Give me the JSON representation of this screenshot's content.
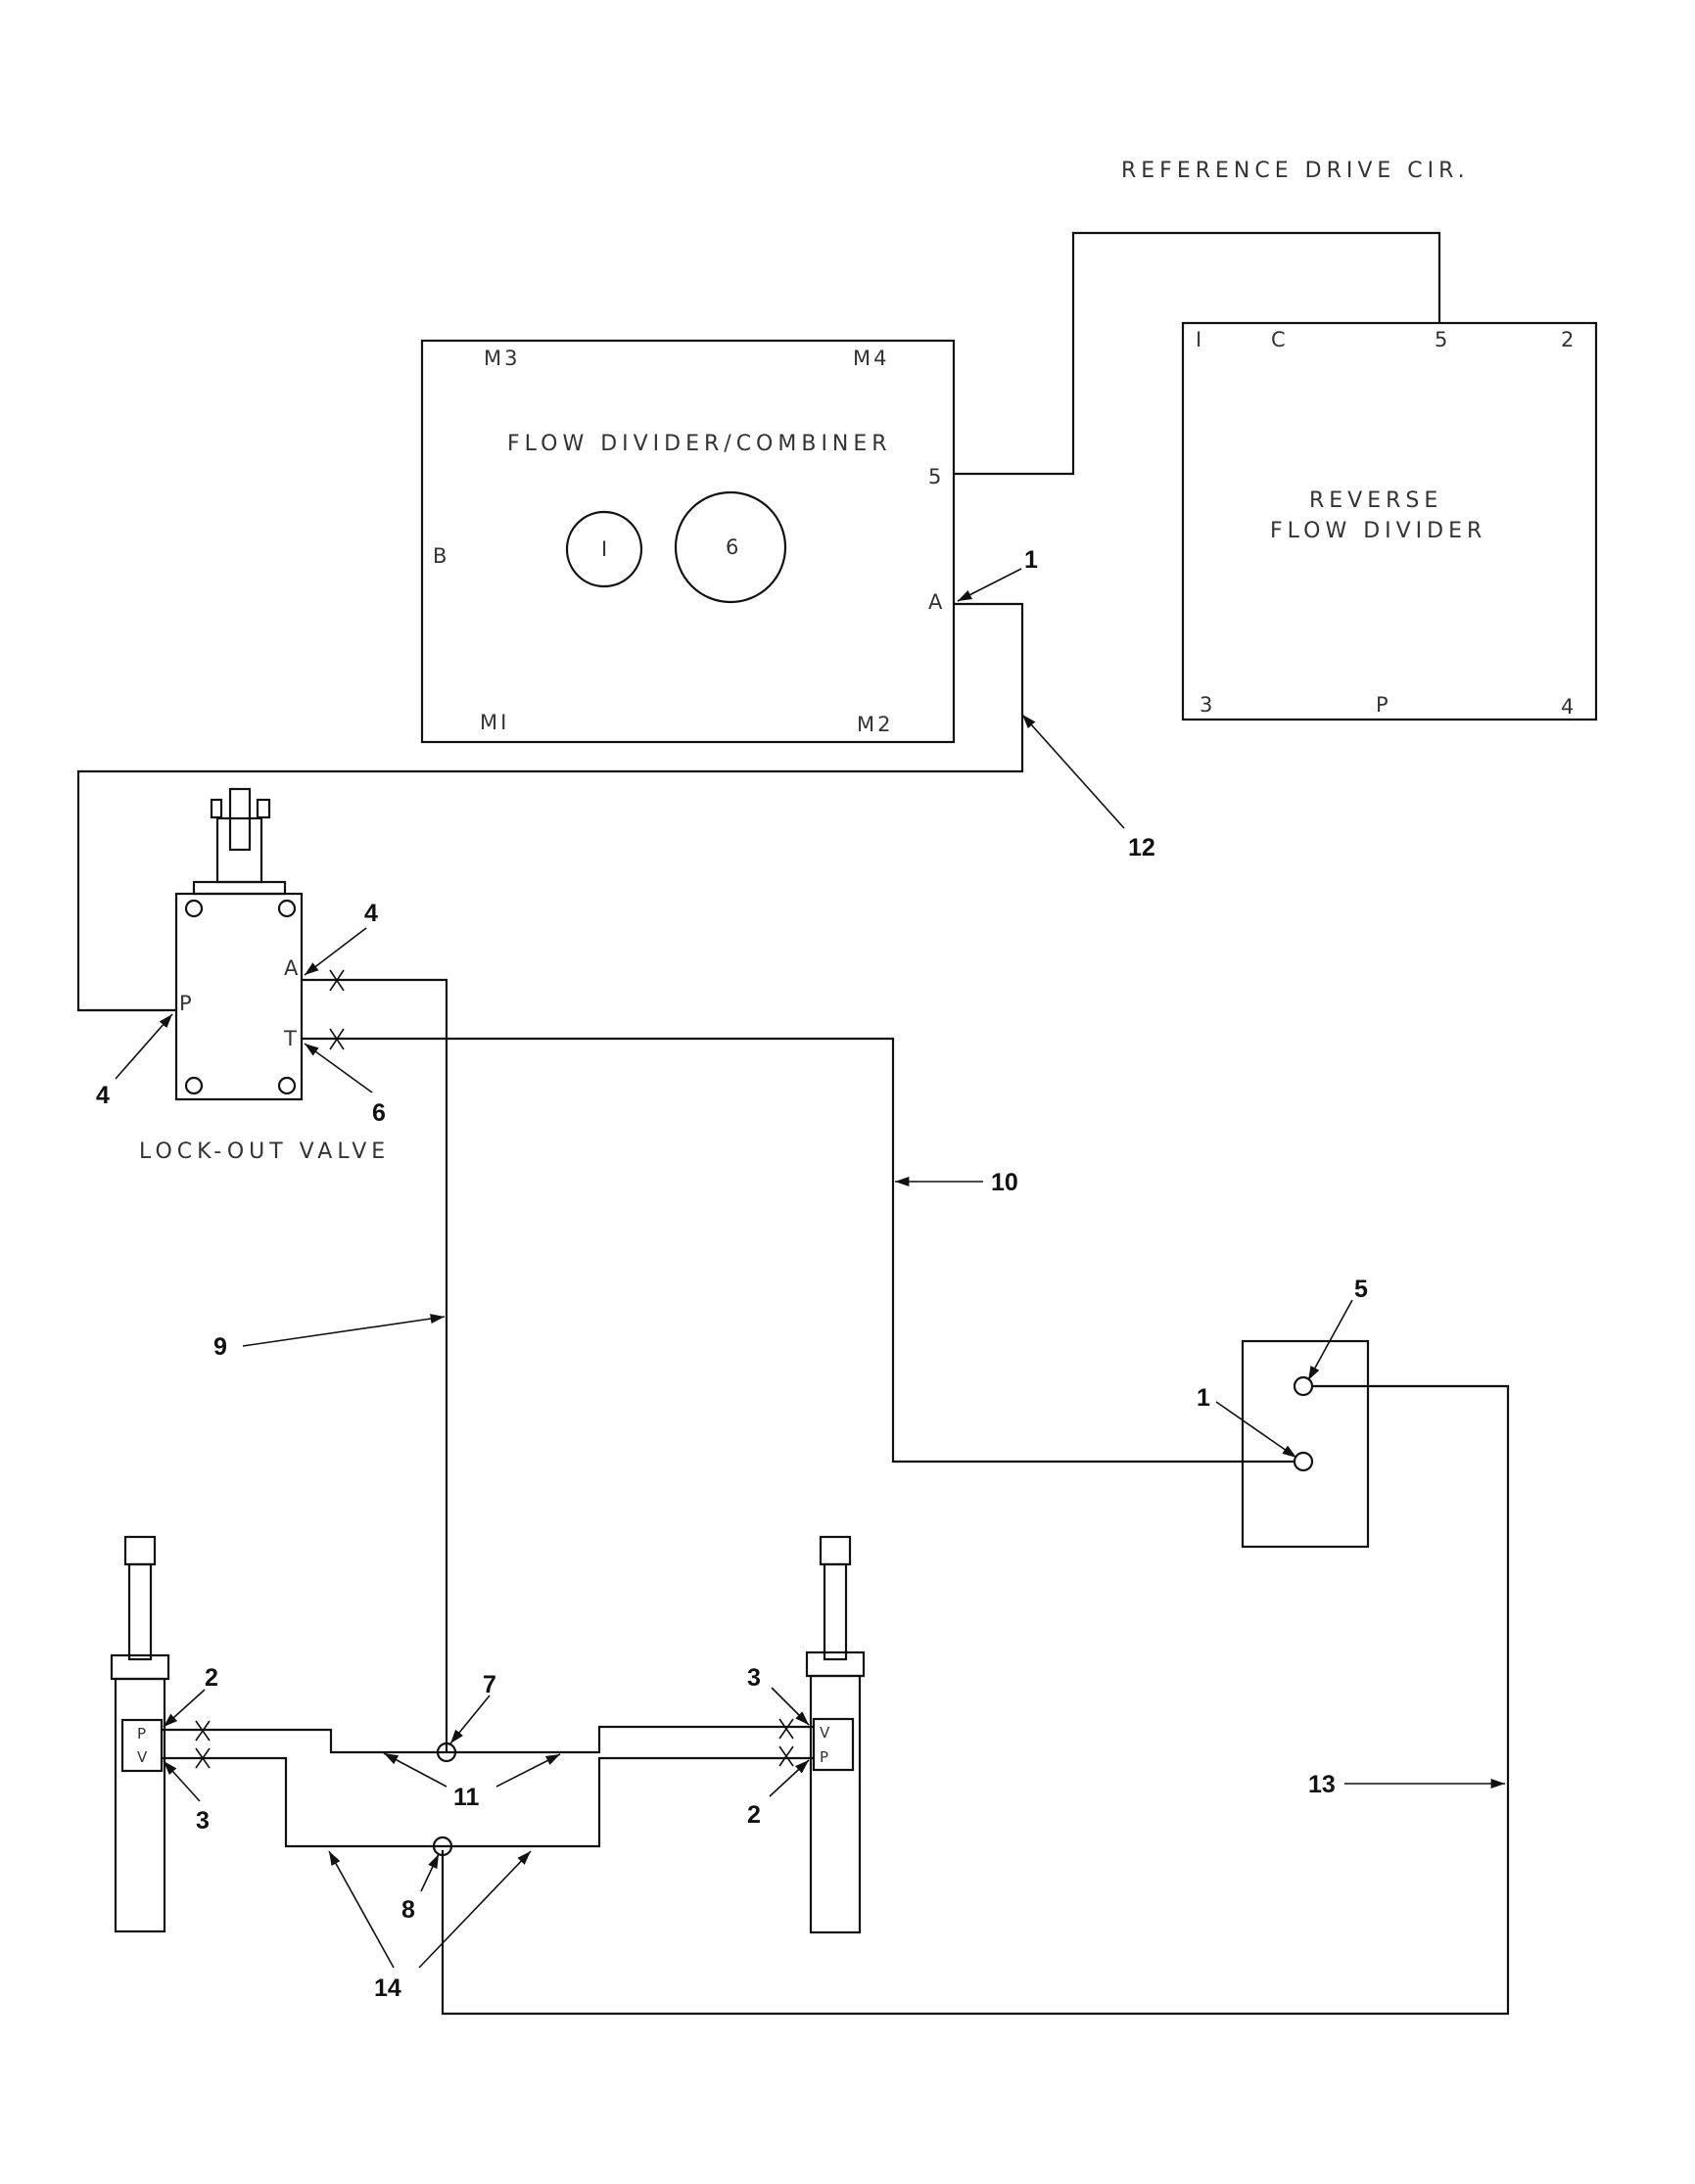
{
  "reference_note": "REFERENCE DRIVE CIR.",
  "flow_divider": {
    "title": "FLOW DIVIDER/COMBINER",
    "ports": {
      "m3": "M3",
      "m4": "M4",
      "b": "B",
      "five": "5",
      "a": "A",
      "m1": "MI",
      "m2": "M2"
    },
    "dial_small": "I",
    "dial_large": "6"
  },
  "reverse_flow_divider": {
    "title_line1": "REVERSE",
    "title_line2": "FLOW DIVIDER",
    "ports": {
      "one": "I",
      "c": "C",
      "five": "5",
      "two": "2",
      "three": "3",
      "p": "P",
      "four": "4"
    }
  },
  "lockout_valve": {
    "title": "LOCK-OUT VALVE",
    "ports": {
      "a": "A",
      "p": "P",
      "t": "T"
    }
  },
  "left_cylinder": {
    "ports": {
      "p": "P",
      "v": "V"
    }
  },
  "right_cylinder": {
    "ports": {
      "v": "V",
      "p": "P"
    }
  },
  "callouts": {
    "c1_top": "1",
    "c12": "12",
    "c4_top": "4",
    "c4_left": "4",
    "c6": "6",
    "c10": "10",
    "c9": "9",
    "c5": "5",
    "c1_right": "1",
    "c2_left": "2",
    "c3_left": "3",
    "c7": "7",
    "c11": "11",
    "c3_right": "3",
    "c2_right": "2",
    "c13": "13",
    "c8": "8",
    "c14": "14"
  }
}
